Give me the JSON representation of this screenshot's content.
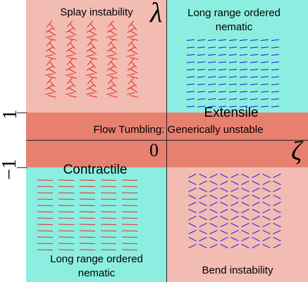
{
  "colors": {
    "pink": "#f3bcb3",
    "cyan": "#8ceee0",
    "band": "#e8806f",
    "splay_lines": "#e0312a",
    "contractile_lines": "#d9322b",
    "blue_lines": "#2a2fd6"
  },
  "quadrants": {
    "top_left_label": "Splay instability",
    "top_right_label": "Long range ordered nematic",
    "bottom_left_label": "Long range ordered nematic",
    "bottom_right_label": "Bend instability"
  },
  "band": {
    "label_extensile": "Extensile",
    "label_flow": "Flow Tumbling: Generically unstable",
    "label_contractile": "Contractile"
  },
  "axes": {
    "lambda_symbol": "λ",
    "zeta_symbol": "ζ",
    "origin_label": "0",
    "tick_upper": "1",
    "tick_lower": "−1"
  }
}
